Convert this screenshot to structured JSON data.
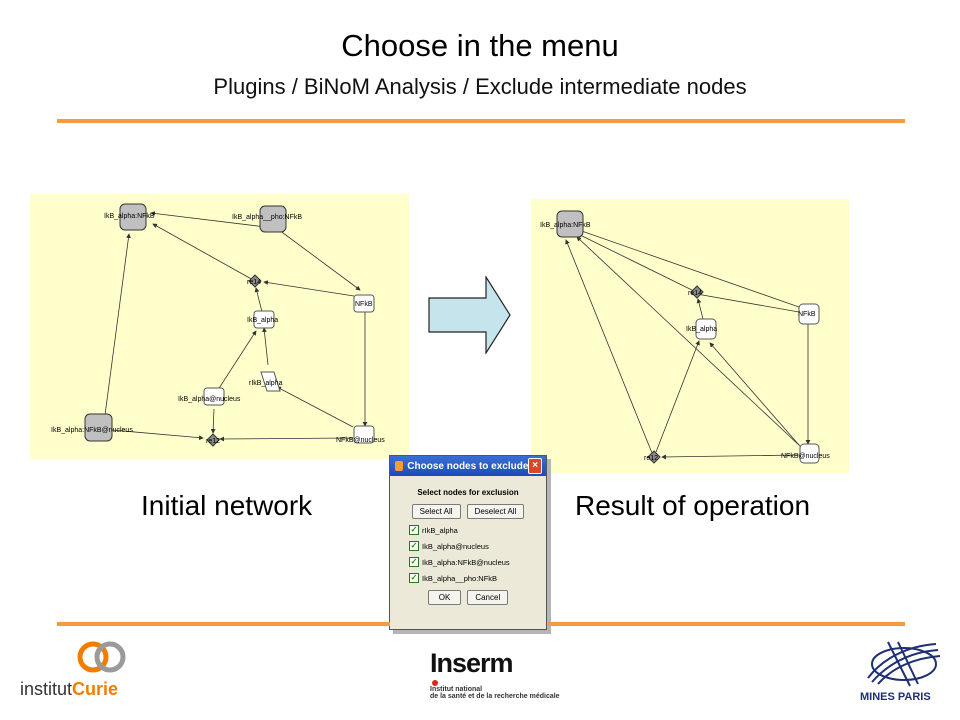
{
  "header": {
    "title": "Choose in the menu",
    "subtitle": "Plugins / BiNoM Analysis / Exclude intermediate nodes"
  },
  "colors": {
    "rule": "#f39c42",
    "panel": "#ffffcc",
    "arrow_fill": "#c6e4ec",
    "node_gray": "#c0c0c0"
  },
  "initial_network": {
    "caption": "Initial network",
    "nodes": {
      "n1": "IkB_alpha:NFkB",
      "n2": "IkB_alpha__pho:NFkB",
      "n3": "re14",
      "n4": "NFkB",
      "n5": "IkB_alpha",
      "n6": "rIkB_alpha",
      "n7": "IkB_alpha@nucleus",
      "n8": "IkB_alpha:NFkB@nucleus",
      "n9": "re12",
      "n10": "NFkB@nucleus"
    }
  },
  "result_network": {
    "caption": "Result of operation",
    "nodes": {
      "n1": "IkB_alpha:NFkB",
      "n2": "re14",
      "n3": "IkB_alpha",
      "n4": "NFkB",
      "n5": "re12",
      "n6": "NFkB@nucleus"
    }
  },
  "dialog": {
    "title": "Choose nodes to exclude",
    "close_icon": "close-icon",
    "heading": "Select nodes for exclusion",
    "select_all": "Select All",
    "deselect_all": "Deselect All",
    "items": [
      {
        "label": "rIkB_alpha",
        "checked": true
      },
      {
        "label": "IkB_alpha@nucleus",
        "checked": true
      },
      {
        "label": "IkB_alpha:NFkB@nucleus",
        "checked": true
      },
      {
        "label": "IkB_alpha__pho:NFkB",
        "checked": true
      }
    ],
    "ok": "OK",
    "cancel": "Cancel"
  },
  "logos": {
    "curie_prefix": "institut",
    "curie_name": "Curie",
    "inserm_name": "Inserm",
    "inserm_line1": "Institut national",
    "inserm_line2": "de la santé et de la recherche médicale",
    "mines": "MINES PARIS"
  }
}
